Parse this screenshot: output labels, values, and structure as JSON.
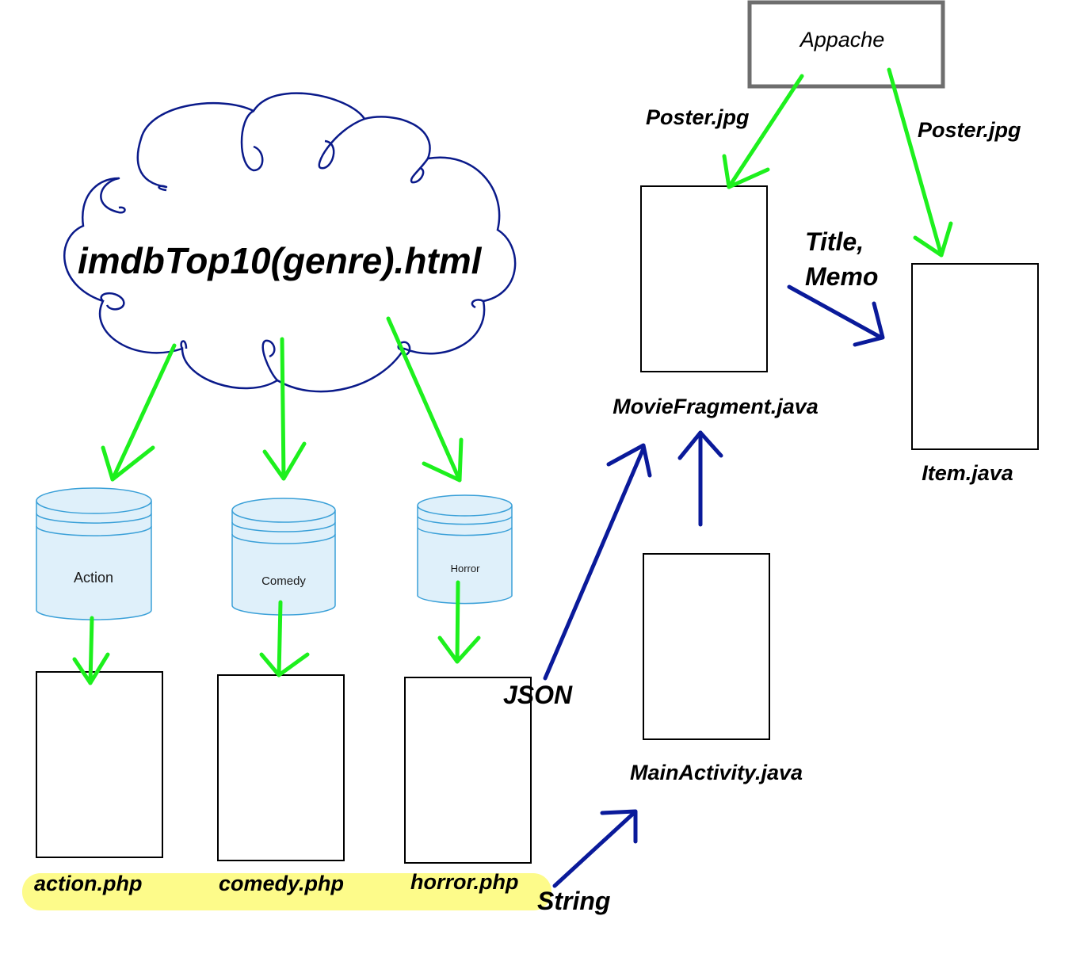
{
  "colors": {
    "green_arrow": "#1df01d",
    "blue_arrow": "#0a1a9a",
    "cloud_outline": "#0a1a8a",
    "db_fill": "#dff0fa",
    "db_stroke": "#3aa0d8",
    "highlight": "#fdfb8a",
    "server_border": "#6e6e6e"
  },
  "cloud": {
    "label": "imdbTop10(genre).html"
  },
  "server": {
    "label": "Appache"
  },
  "databases": [
    {
      "label": "Action"
    },
    {
      "label": "Comedy"
    },
    {
      "label": "Horror"
    }
  ],
  "php_files": [
    {
      "label": "action.php"
    },
    {
      "label": "comedy.php"
    },
    {
      "label": "horror.php"
    }
  ],
  "java_files": {
    "movie_fragment": "MovieFragment.java",
    "main_activity": "MainActivity.java",
    "item": "Item.java"
  },
  "edge_labels": {
    "poster_left": "Poster.jpg",
    "poster_right": "Poster.jpg",
    "title_memo_line1": "Title,",
    "title_memo_line2": "Memo",
    "json": "JSON",
    "string": "String"
  }
}
